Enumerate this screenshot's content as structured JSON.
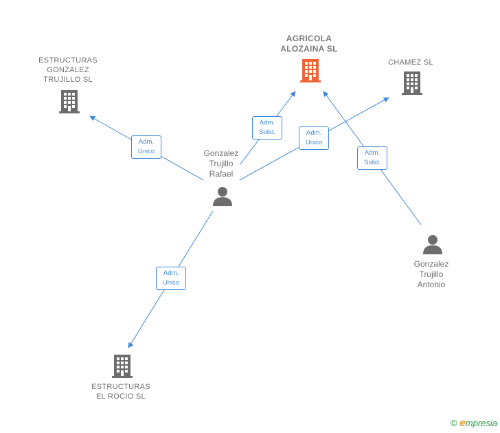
{
  "colors": {
    "edge": "#3f88d8",
    "building": "#6d6d6d",
    "building_main": "#f0663a",
    "person": "#6d6d6d",
    "text": "#6f6f6f"
  },
  "nodes": {
    "agricola": {
      "label": "AGRICOLA\nALOZAINA  SL",
      "icon": "building-icon"
    },
    "estructuras_gonzalez": {
      "label": "ESTRUCTURAS\nGONZALEZ\nTRUJILLO SL",
      "icon": "building-icon"
    },
    "chamez": {
      "label": "CHAMEZ  SL",
      "icon": "building-icon"
    },
    "estructuras_rocio": {
      "label": "ESTRUCTURAS\nEL ROCIO  SL",
      "icon": "building-icon"
    },
    "rafael": {
      "label": "Gonzalez\nTrujillo\nRafael",
      "icon": "person-icon"
    },
    "antonio": {
      "label": "Gonzalez\nTrujillo\nAntonio",
      "icon": "person-icon"
    }
  },
  "edges": [
    {
      "label": "Adm.\nUnico"
    },
    {
      "label": "Adm.\nSolid."
    },
    {
      "label": "Adm.\nUnico"
    },
    {
      "label": "Adm.\nSolid."
    },
    {
      "label": "Adm.\nUnico"
    }
  ],
  "footer": {
    "copyright": "©",
    "brand_initial": "e",
    "brand_rest": "mpresia"
  }
}
